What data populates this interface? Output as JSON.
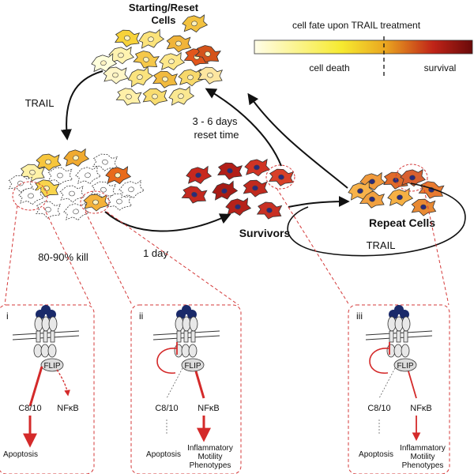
{
  "title": {
    "line1": "Starting/Reset",
    "line2": "Cells"
  },
  "legend": {
    "title": "cell fate upon TRAIL treatment",
    "left_label": "cell death",
    "right_label": "survival",
    "gradient_colors": [
      "#fffde8",
      "#f6ea30",
      "#e89a1c",
      "#b81a1a",
      "#6a0a0a"
    ]
  },
  "cycle": {
    "trail_top": "TRAIL",
    "reset_time_line1": "3 - 6 days",
    "reset_time_line2": "reset time",
    "kill_label": "80-90% kill",
    "one_day": "1 day",
    "survivors": "Survivors",
    "repeat_cells": "Repeat Cells",
    "trail_bottom": "TRAIL"
  },
  "panels": [
    {
      "id": "i",
      "numeral": "i",
      "flip": "FLIP",
      "c810": "C8/10",
      "nfkb": "NFκB",
      "outcome_left": "Apoptosis",
      "outcome_right_lines": []
    },
    {
      "id": "ii",
      "numeral": "ii",
      "flip": "FLIP",
      "c810": "C8/10",
      "nfkb": "NFκB",
      "outcome_left": "Apoptosis",
      "outcome_right_lines": [
        "Inflammatory",
        "Motility",
        "Phenotypes"
      ]
    },
    {
      "id": "iii",
      "numeral": "iii",
      "flip": "FLIP",
      "c810": "C8/10",
      "nfkb": "NFκB",
      "outcome_left": "Apoptosis",
      "outcome_right_lines": [
        "Inflammatory",
        "Motility",
        "Phenotypes"
      ]
    }
  ],
  "colors": {
    "accent_red": "#d42a2a",
    "dashed_red": "#d43a3a",
    "receptor_blue": "#1a2a6a",
    "cell_outline": "#333333"
  }
}
